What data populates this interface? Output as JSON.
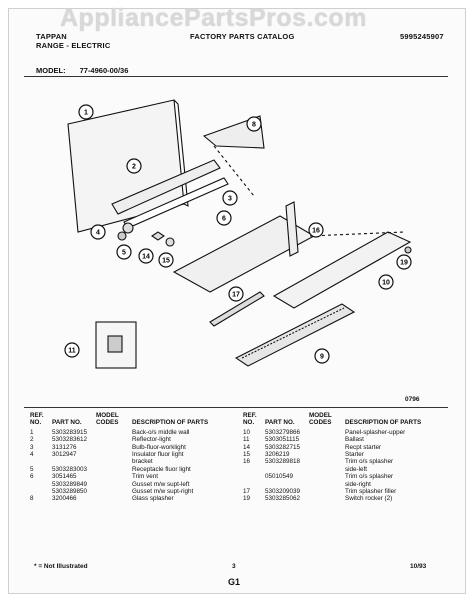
{
  "watermark": "AppliancePartsPros.com",
  "header": {
    "brand": "TAPPAN",
    "range": "RANGE - ELECTRIC",
    "title": "FACTORY PARTS CATALOG",
    "code": "5995245907"
  },
  "model": {
    "label": "MODEL:",
    "value": "77-4960-00/36"
  },
  "diagram": {
    "callouts": [
      "1",
      "2",
      "3",
      "4",
      "5",
      "6",
      "8",
      "9",
      "10",
      "11",
      "14",
      "15",
      "16",
      "17",
      "19"
    ],
    "code": "0796"
  },
  "table": {
    "headers": {
      "ref": "REF. NO.",
      "part": "PART NO.",
      "model": "MODEL CODES",
      "desc": "DESCRIPTION OF PARTS"
    },
    "left_rows": [
      [
        "1",
        "5303283915",
        "",
        "Back-o/s middle wall"
      ],
      [
        "2",
        "5303283612",
        "",
        "Reflector-light"
      ],
      [
        "3",
        "3131276",
        "",
        "Bulb-fluor-worklight"
      ],
      [
        "4",
        "3012947",
        "",
        "Insulator fluor light"
      ],
      [
        "",
        "",
        "",
        "bracket"
      ],
      [
        "5",
        "5303283003",
        "",
        "Receptacle fluor light"
      ],
      [
        "6",
        "3051465",
        "",
        "Trim vent"
      ],
      [
        "",
        "5303289849",
        "",
        "Gusset m/w supt-left"
      ],
      [
        "",
        "5303289850",
        "",
        "Gusset m/w supt-right"
      ],
      [
        "8",
        "3200466",
        "",
        "Glass splasher"
      ]
    ],
    "right_rows": [
      [
        "10",
        "5303279866",
        "",
        "Panel-splasher-upper"
      ],
      [
        "11",
        "5303051115",
        "",
        "Ballast"
      ],
      [
        "14",
        "5303282715",
        "",
        "Recpt starter"
      ],
      [
        "15",
        "3206219",
        "",
        "Starter"
      ],
      [
        "16",
        "5303289818",
        "",
        "Trim o/s splasher"
      ],
      [
        "",
        "",
        "",
        "side-left"
      ],
      [
        "",
        "05010549",
        "",
        "Trim o/s splasher"
      ],
      [
        "",
        "",
        "",
        "side-right"
      ],
      [
        "17",
        "5303209039",
        "",
        "Trim splasher filler"
      ],
      [
        "19",
        "5303285062",
        "",
        "Switch rocker (2)"
      ]
    ]
  },
  "footer": {
    "note": "* = Not Illustrated",
    "page": "3",
    "date": "10/93",
    "section": "G1"
  }
}
